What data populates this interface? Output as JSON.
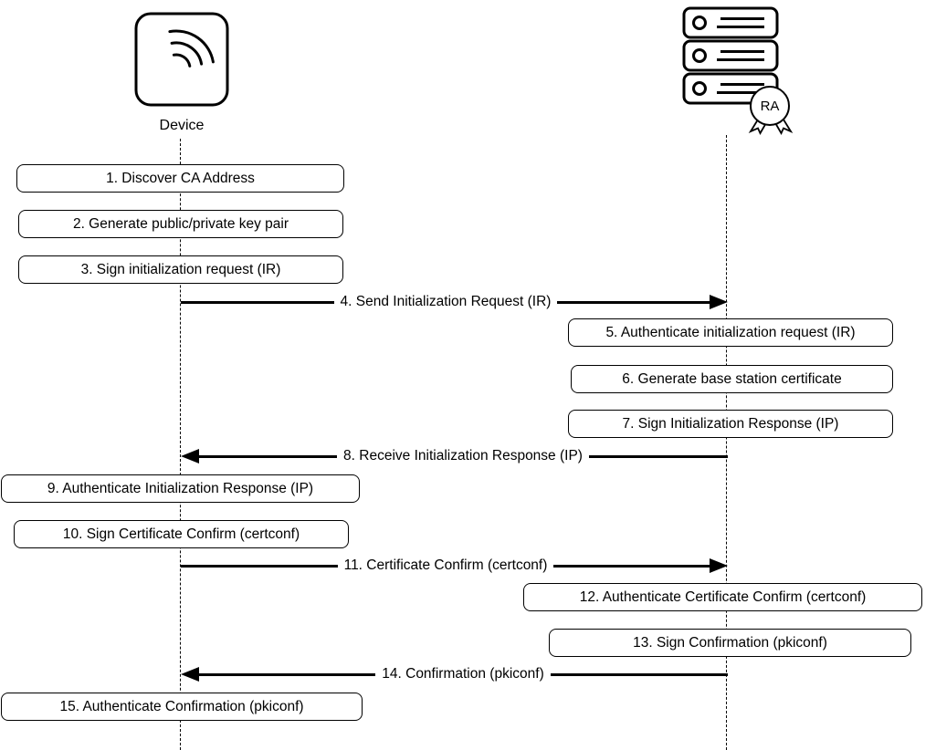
{
  "diagram_type": "sequence",
  "colors": {
    "stroke": "#000000",
    "fill": "#ffffff"
  },
  "actors": {
    "device": {
      "label": "Device",
      "icon": "wireless-device-icon"
    },
    "ra": {
      "badge": "RA",
      "icon": "server-rack-icon"
    }
  },
  "items": [
    {
      "num": 1,
      "kind": "process",
      "actor": "device",
      "label": "1. Discover CA Address"
    },
    {
      "num": 2,
      "kind": "process",
      "actor": "device",
      "label": "2. Generate public/private key pair"
    },
    {
      "num": 3,
      "kind": "process",
      "actor": "device",
      "label": "3. Sign initialization request (IR)"
    },
    {
      "num": 4,
      "kind": "message",
      "from": "device",
      "to": "ra",
      "label": "4. Send Initialization Request (IR)"
    },
    {
      "num": 5,
      "kind": "process",
      "actor": "ra",
      "label": "5. Authenticate initialization request (IR)"
    },
    {
      "num": 6,
      "kind": "process",
      "actor": "ra",
      "label": "6. Generate base station certificate"
    },
    {
      "num": 7,
      "kind": "process",
      "actor": "ra",
      "label": "7. Sign Initialization Response (IP)"
    },
    {
      "num": 8,
      "kind": "message",
      "from": "ra",
      "to": "device",
      "label": "8. Receive Initialization Response (IP)"
    },
    {
      "num": 9,
      "kind": "process",
      "actor": "device",
      "label": "9. Authenticate Initialization Response (IP)"
    },
    {
      "num": 10,
      "kind": "process",
      "actor": "device",
      "label": "10. Sign Certificate Confirm (certconf)"
    },
    {
      "num": 11,
      "kind": "message",
      "from": "device",
      "to": "ra",
      "label": "11. Certificate Confirm (certconf)"
    },
    {
      "num": 12,
      "kind": "process",
      "actor": "ra",
      "label": "12. Authenticate Certificate Confirm (certconf)"
    },
    {
      "num": 13,
      "kind": "process",
      "actor": "ra",
      "label": "13. Sign Confirmation (pkiconf)"
    },
    {
      "num": 14,
      "kind": "message",
      "from": "ra",
      "to": "device",
      "label": "14. Confirmation (pkiconf)"
    },
    {
      "num": 15,
      "kind": "process",
      "actor": "device",
      "label": "15. Authenticate Confirmation (pkiconf)"
    }
  ]
}
